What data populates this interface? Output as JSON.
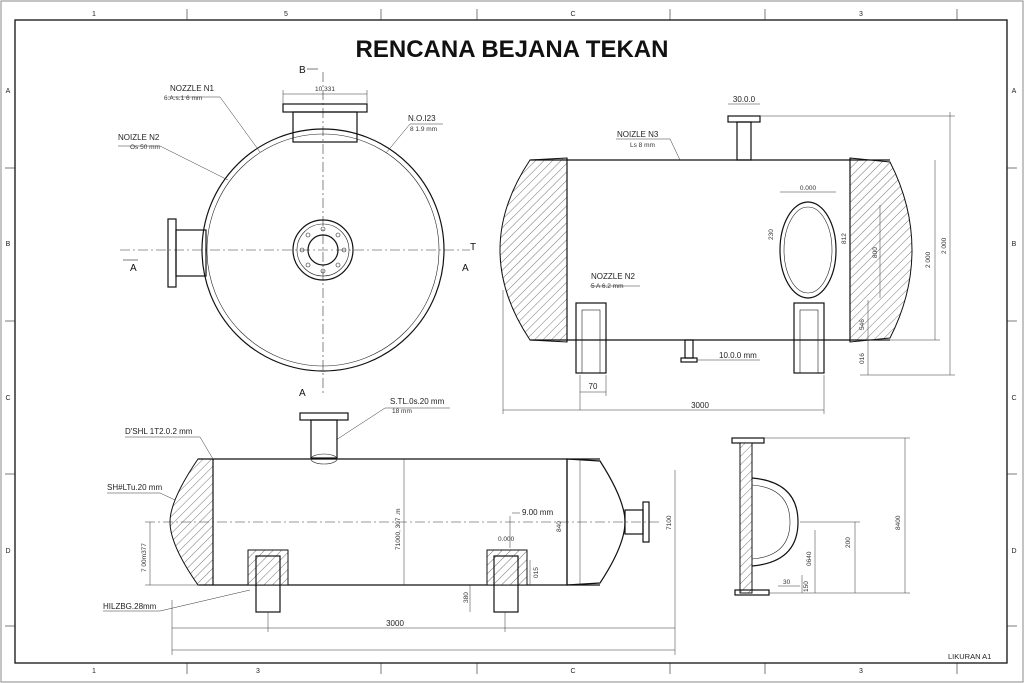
{
  "title": "RENCANA BEJANA TEKAN",
  "frame": {
    "top_cols": [
      "1",
      "5",
      "C",
      "3"
    ],
    "bottom_cols": [
      "1",
      "3",
      "C",
      "3"
    ],
    "left_rows": [
      "A",
      "B",
      "C",
      "D"
    ],
    "right_rows": [
      "A",
      "B",
      "C",
      "D"
    ],
    "sheet_size": "LIKURAN A1"
  },
  "section_markers": {
    "b_top": "B",
    "a_left": "A",
    "a_right": "A",
    "a_bottom": "A",
    "t_right": "T"
  },
  "end_view": {
    "top_nozzle_dim": "10.331",
    "nozzle_n1": {
      "name": "NOZZLE N1",
      "spec": "6.A.s.1 6 mm"
    },
    "nozzle_n2": {
      "name": "NOIZLE N2",
      "spec": "Os 50 mm"
    },
    "noi23": {
      "name": "N.O.I23",
      "spec": "8 1.9 mm"
    }
  },
  "side_view": {
    "top_nozzle_dim": "30.0.0",
    "nozzle_n3": {
      "name": "NOIZLE N3",
      "spec": "Ls 8 mm"
    },
    "nozzle_n2": {
      "name": "NOZZLE N2",
      "spec": "5 A 6.2 mm"
    },
    "manway_dim": "0.000",
    "dim_230": "230",
    "dim_812": "812",
    "dim_800": "800",
    "dim_2000a": "2 000",
    "dim_2000b": "2 000",
    "dim_546": "546",
    "dim_016": "016",
    "drain_dim": "10.0.0 mm",
    "leg_width": "70",
    "overall_length": "3000"
  },
  "plan_view": {
    "top_nozzle": {
      "name": "S.TL.0s.20 mm",
      "spec": "18 mm"
    },
    "shell_label": "D'SHL 1T2.0.2 mm",
    "head_label": "SH#LTu.20 mm",
    "base_label": "HILZBG.28mm",
    "left_height": "7 00m377",
    "mid_dim": "71000, 307 .m",
    "nozzle_dim": "9.00 mm",
    "small_dim": "0.000",
    "dim_015": "015",
    "dim_380": "380",
    "dim_840": "840",
    "dim_7100": "7100",
    "overall_length": "3000"
  },
  "detail_view": {
    "dim_200": "200",
    "dim_8400": "8400",
    "dim_0640": "0640",
    "dim_30": "30",
    "dim_150": "150"
  }
}
